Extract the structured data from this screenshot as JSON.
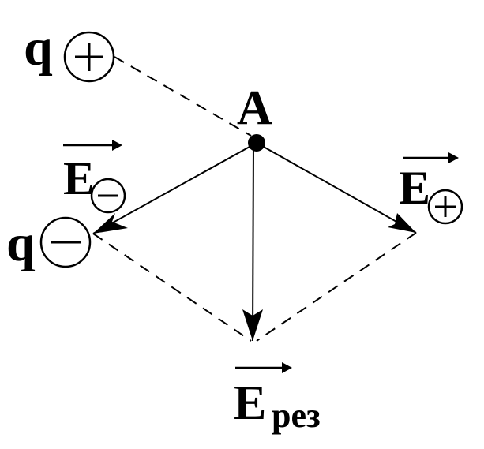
{
  "labels": {
    "charge_positive_q": "q",
    "charge_negative_q": "q",
    "point": "A",
    "field_positive": "E",
    "field_negative": "E",
    "field_result": "E",
    "field_result_subscript": "рез"
  },
  "colors": {
    "ink": "#000000",
    "background": "#ffffff"
  },
  "icons": {
    "plus_symbol": "plus-in-circle",
    "minus_symbol": "minus-in-circle"
  }
}
